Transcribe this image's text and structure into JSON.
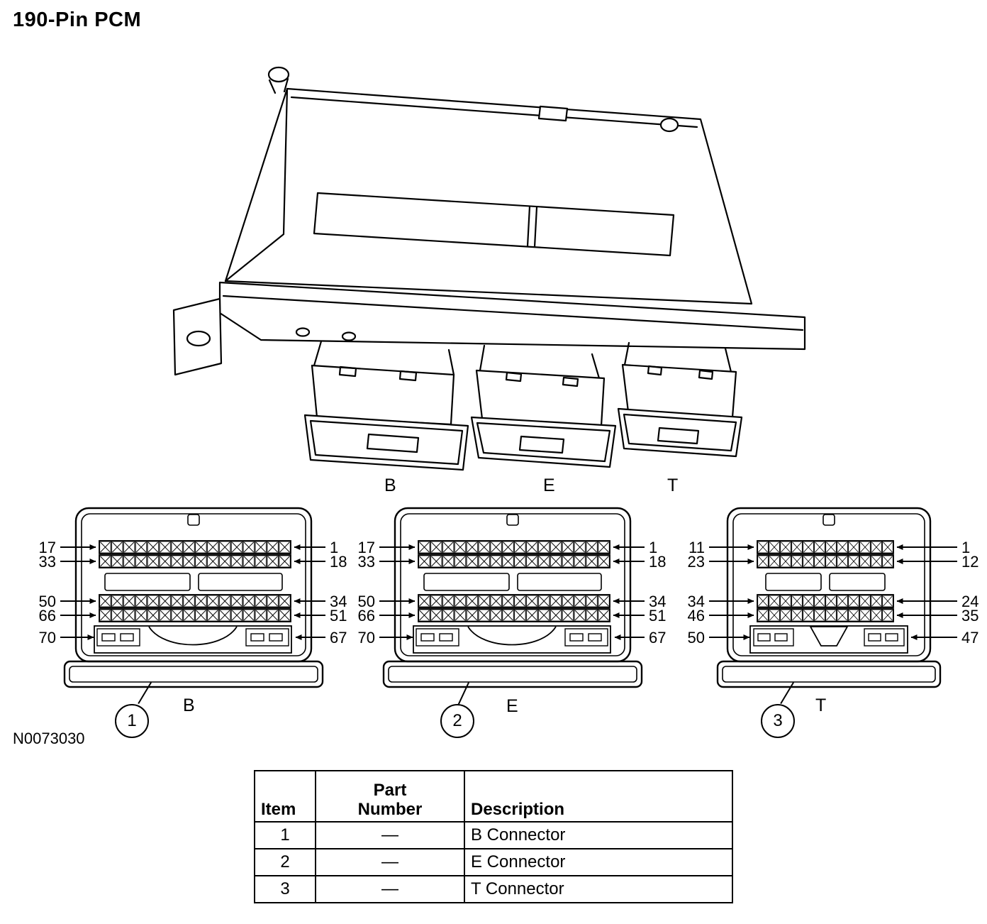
{
  "title": "190-Pin PCM",
  "figure_code": "N0073030",
  "colors": {
    "ink": "#000000",
    "background": "#ffffff"
  },
  "pcm_view": {
    "connector_labels": [
      "B",
      "E",
      "T"
    ]
  },
  "connectors": [
    {
      "item": "1",
      "label": "B",
      "left_pins": [
        "17",
        "33",
        "50",
        "66",
        "70"
      ],
      "right_pins": [
        "1",
        "18",
        "34",
        "51",
        "67"
      ]
    },
    {
      "item": "2",
      "label": "E",
      "left_pins": [
        "17",
        "33",
        "50",
        "66",
        "70"
      ],
      "right_pins": [
        "1",
        "18",
        "34",
        "51",
        "67"
      ]
    },
    {
      "item": "3",
      "label": "T",
      "left_pins": [
        "11",
        "23",
        "34",
        "46",
        "50"
      ],
      "right_pins": [
        "1",
        "12",
        "24",
        "35",
        "47"
      ]
    }
  ],
  "table": {
    "headers": {
      "item": "Item",
      "part_number_lines": [
        "Part",
        "Number"
      ],
      "description": "Description"
    },
    "rows": [
      {
        "item": "1",
        "part_number": "—",
        "description": "B Connector"
      },
      {
        "item": "2",
        "part_number": "—",
        "description": "E Connector"
      },
      {
        "item": "3",
        "part_number": "—",
        "description": "T Connector"
      }
    ]
  }
}
